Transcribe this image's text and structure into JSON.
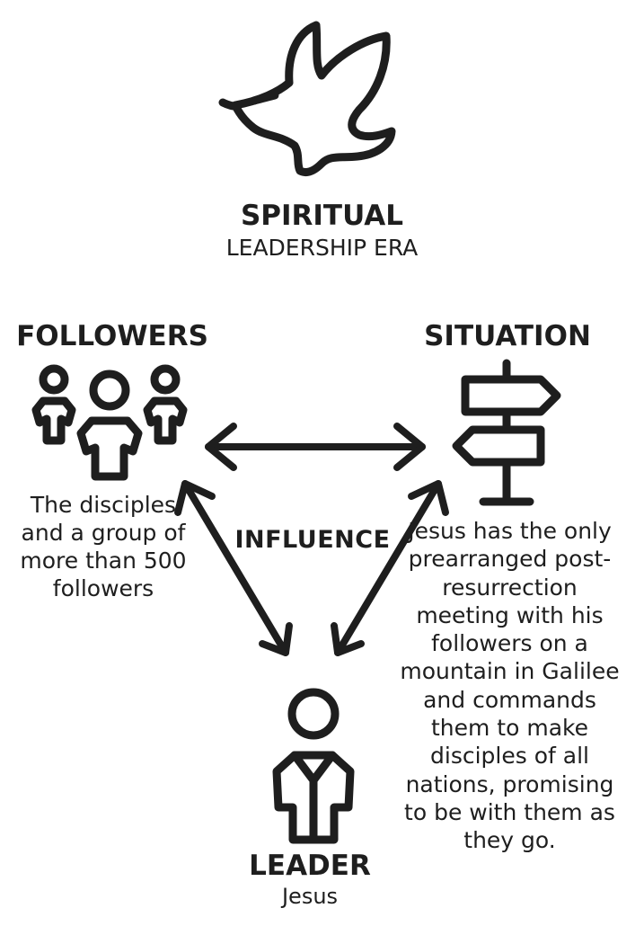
{
  "era": {
    "icon": "dove-icon",
    "title": "SPIRITUAL",
    "subtitle": "LEADERSHIP ERA"
  },
  "followers": {
    "icon": "group-of-people-icon",
    "title": "FOLLOWERS",
    "description": "The disciples and a group of more than 500 followers"
  },
  "situation": {
    "icon": "signpost-icon",
    "title": "SITUATION",
    "description": "Jesus has the only prearranged post-resurrection meeting with his followers on a mountain in Galilee and commands them to make disciples of all nations, promising to be with them as they go."
  },
  "influence": {
    "label": "INFLUENCE"
  },
  "leader": {
    "icon": "person-icon",
    "title": "LEADER",
    "name": "Jesus"
  },
  "colors": {
    "ink": "#1e1e1e",
    "background": "#ffffff"
  }
}
